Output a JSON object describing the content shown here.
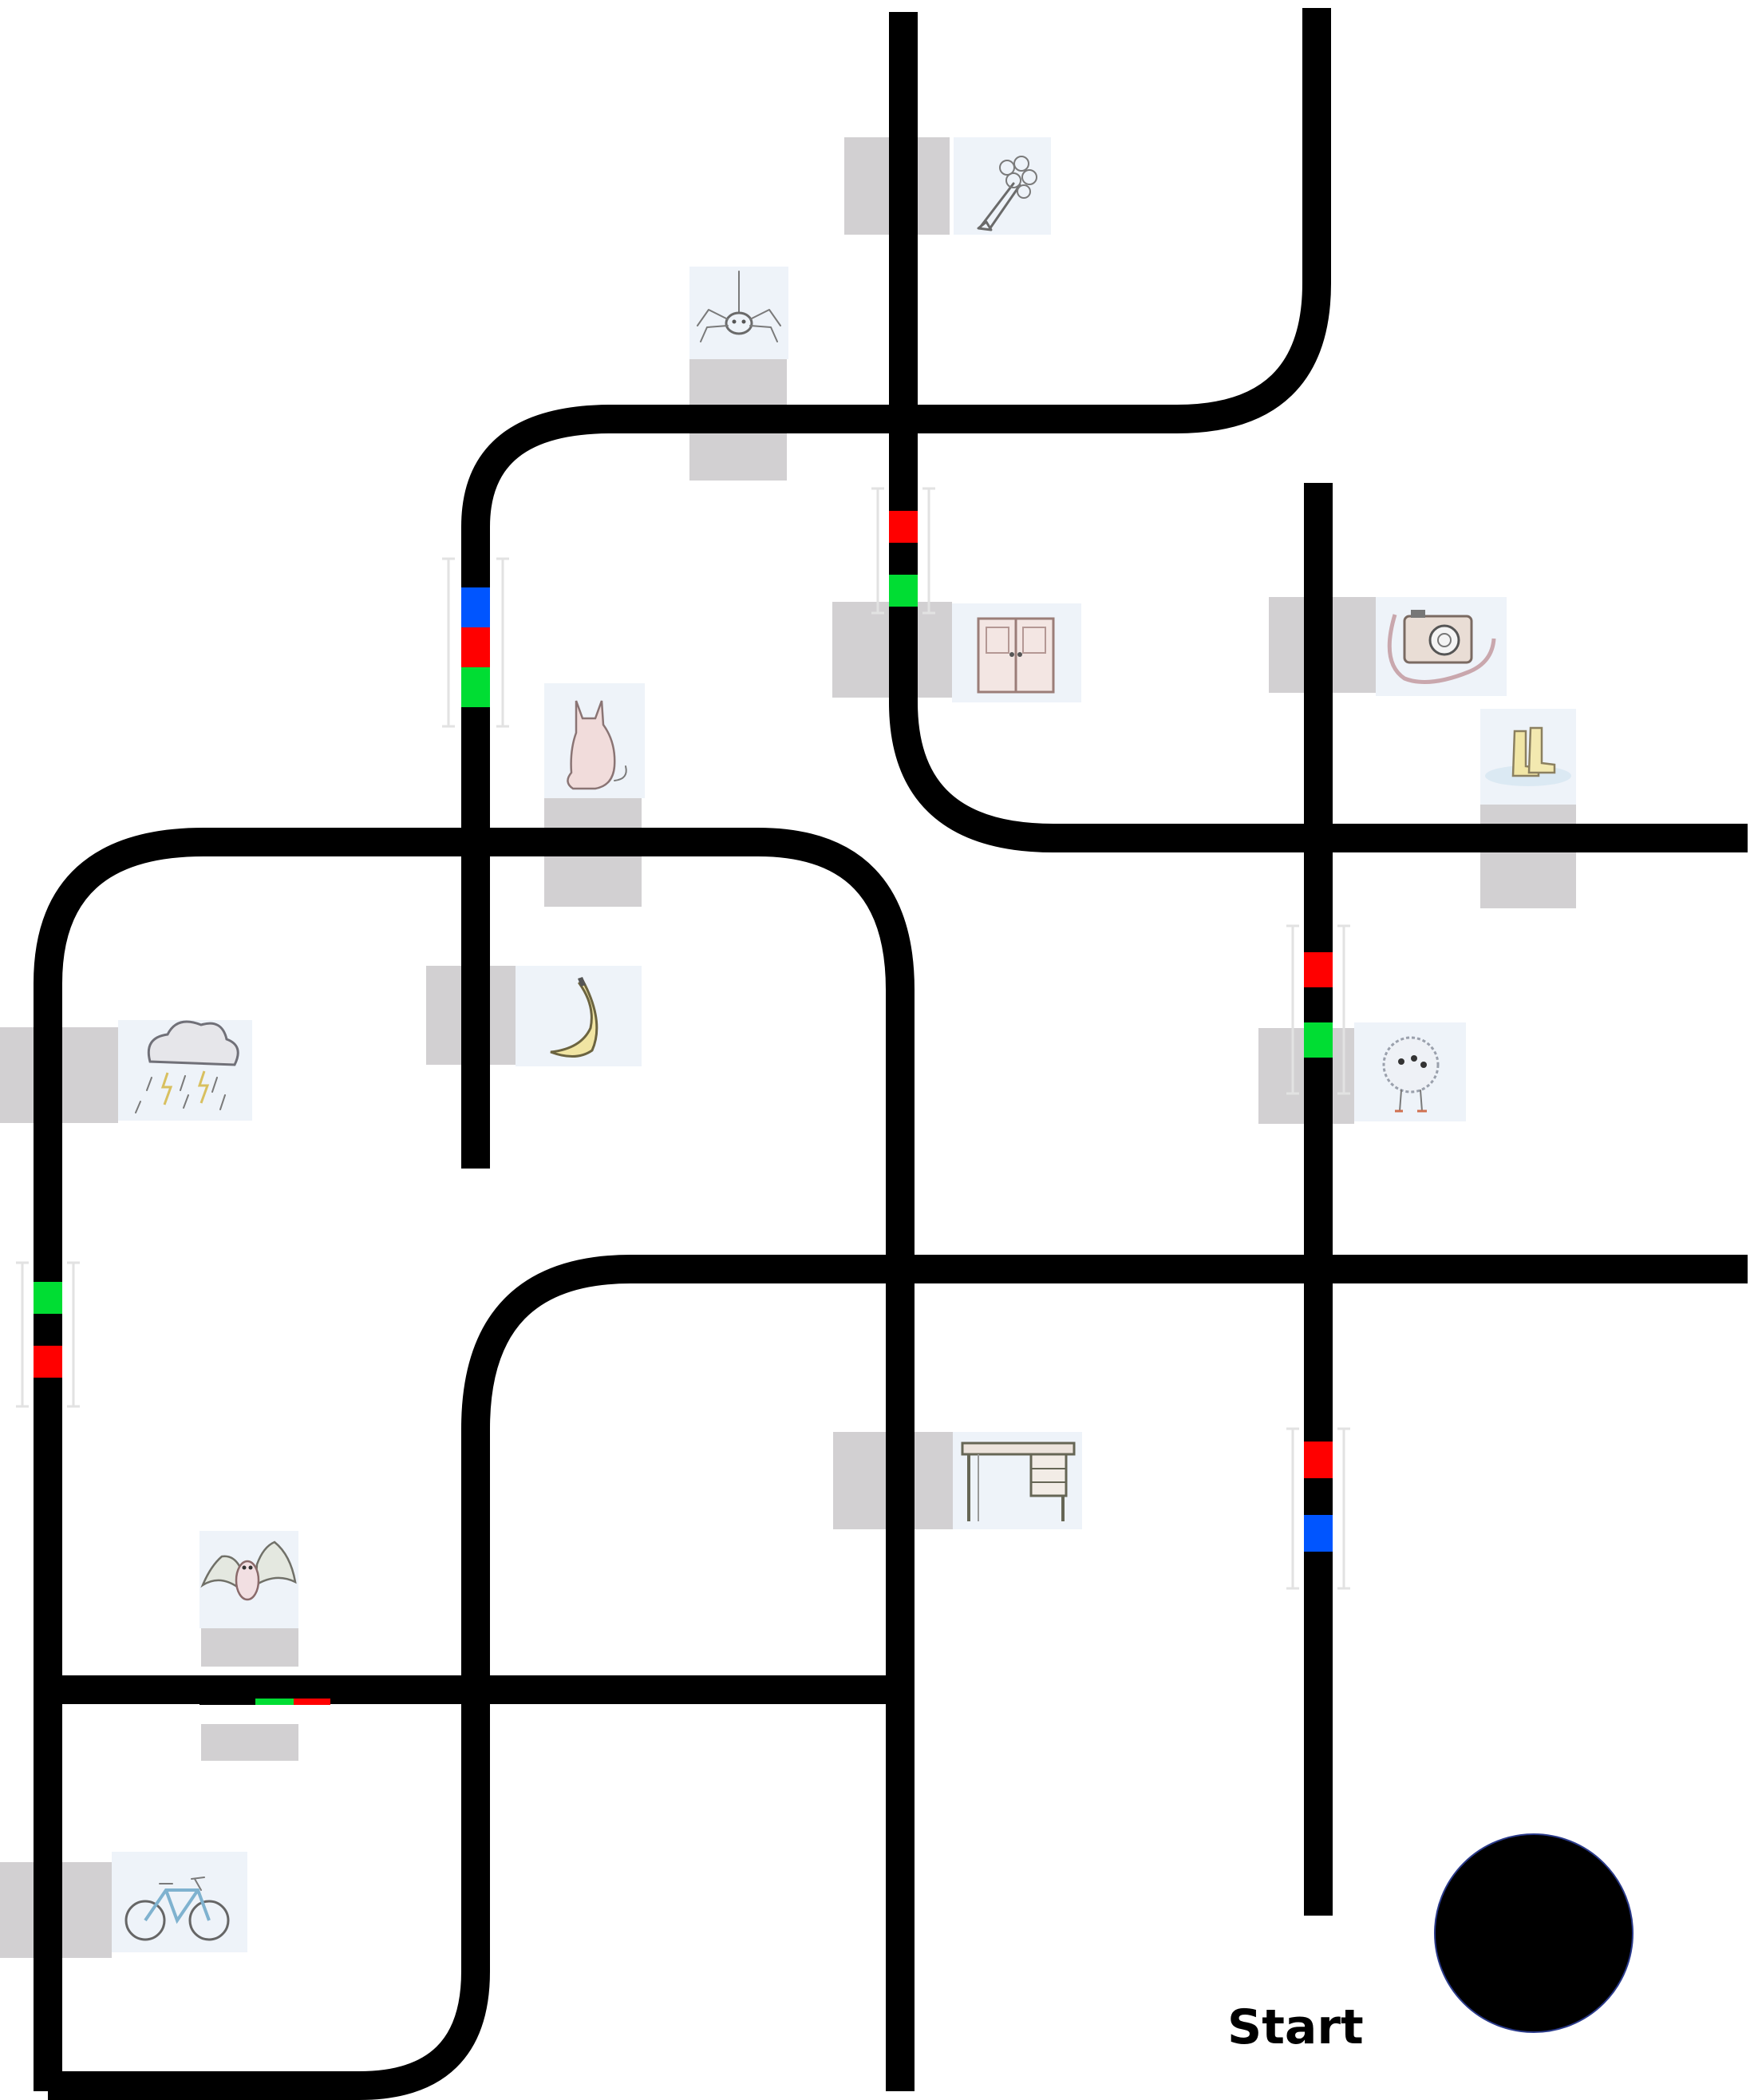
{
  "start": {
    "label": "Start"
  },
  "colors": {
    "track": "#000000",
    "red": "#ff0000",
    "green": "#00dd33",
    "blue": "#0055ff",
    "label_placeholder": "#d2d0d2",
    "card_background": "#eef3f9"
  },
  "pictures": [
    {
      "id": "flowers",
      "icon": "flower-bouquet-icon"
    },
    {
      "id": "spider",
      "icon": "spider-icon"
    },
    {
      "id": "cupboard",
      "icon": "cupboard-icon"
    },
    {
      "id": "camera",
      "icon": "camera-icon"
    },
    {
      "id": "boots",
      "icon": "rain-boots-icon"
    },
    {
      "id": "cat",
      "icon": "cat-icon"
    },
    {
      "id": "banana",
      "icon": "banana-icon"
    },
    {
      "id": "storm",
      "icon": "storm-cloud-icon"
    },
    {
      "id": "monster",
      "icon": "fuzzy-monster-icon"
    },
    {
      "id": "desk",
      "icon": "desk-icon"
    },
    {
      "id": "bat",
      "icon": "bat-icon"
    },
    {
      "id": "bicycle",
      "icon": "bicycle-icon"
    }
  ],
  "color_codes": [
    {
      "id": "upper-center",
      "sequence": [
        "red",
        "black",
        "green"
      ]
    },
    {
      "id": "left-upper",
      "sequence": [
        "blue",
        "red",
        "green"
      ]
    },
    {
      "id": "right-middle",
      "sequence": [
        "red",
        "black",
        "green"
      ]
    },
    {
      "id": "far-left",
      "sequence": [
        "green",
        "black",
        "red"
      ]
    },
    {
      "id": "right-lower",
      "sequence": [
        "red",
        "black",
        "blue"
      ]
    },
    {
      "id": "bottom-left-horizontal",
      "sequence": [
        "black",
        "green",
        "red"
      ]
    }
  ]
}
